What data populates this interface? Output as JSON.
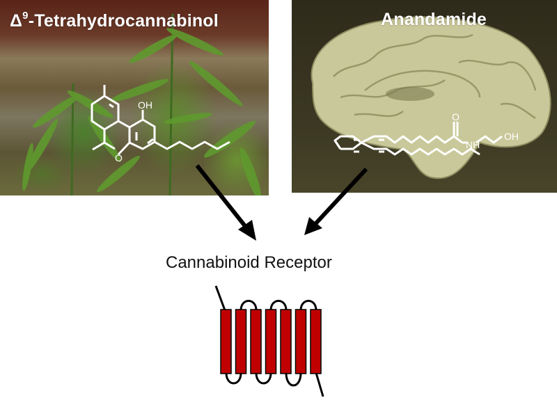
{
  "left_panel": {
    "title_symbol": "Δ",
    "title_superscript": "9",
    "title_text": "-Tetrahydrocannabinol",
    "image_subject": "cannabis plant photo",
    "structure_labels": [
      "OH",
      "O"
    ]
  },
  "right_panel": {
    "title": "Anandamide",
    "image_subject": "human brain sagittal section photo",
    "structure_labels": [
      "O",
      "NH",
      "OH"
    ]
  },
  "target": {
    "label": "Cannabinoid Receptor",
    "transmembrane_helices": 7,
    "helix_color": "#c00000"
  },
  "arrows": [
    {
      "from": "Δ9-Tetrahydrocannabinol",
      "to": "Cannabinoid Receptor"
    },
    {
      "from": "Anandamide",
      "to": "Cannabinoid Receptor"
    }
  ]
}
